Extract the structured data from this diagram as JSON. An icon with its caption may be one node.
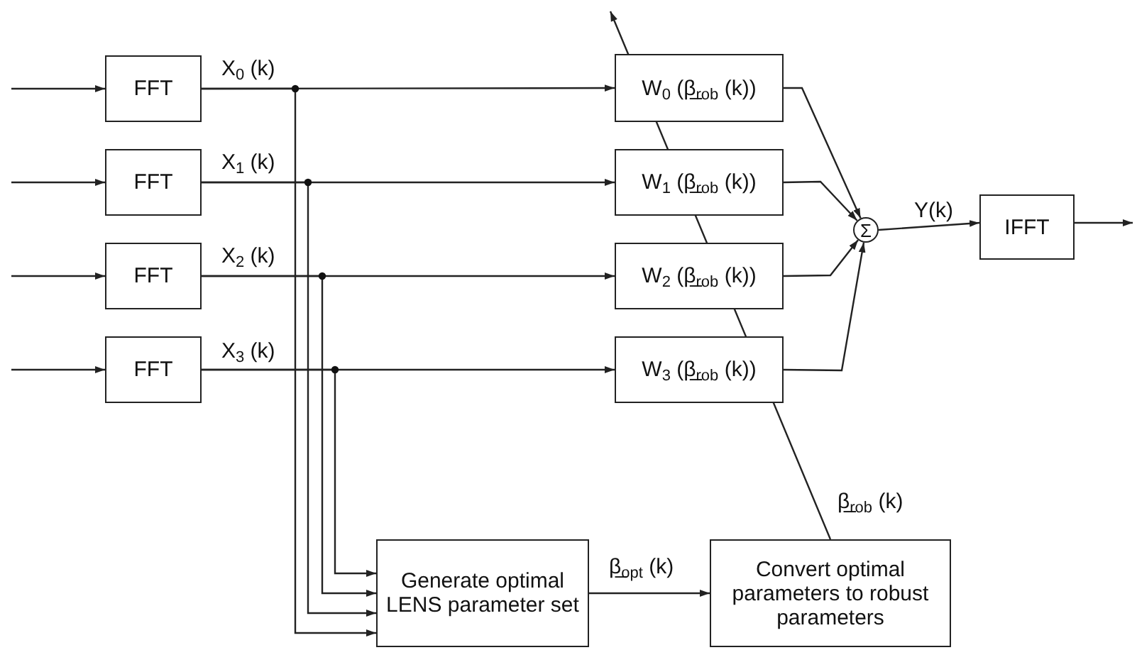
{
  "diagram": {
    "nodes": [
      {
        "text": [
          "FFT"
        ]
      },
      {
        "text": [
          "FFT"
        ]
      },
      {
        "text": [
          "FFT"
        ]
      },
      {
        "text": [
          "FFT"
        ]
      },
      {
        "text": [
          "W$_{0}$ (β̲$_{rob}$ (k))"
        ]
      },
      {
        "text": [
          "W$_{1}$ (β̲$_{rob}$ (k))"
        ]
      },
      {
        "text": [
          "W$_{2}$ (β̲$_{rob}$ (k))"
        ]
      },
      {
        "text": [
          "W$_{3}$ (β̲$_{rob}$ (k))"
        ]
      },
      {
        "text": [
          "Σ"
        ]
      },
      {
        "text": [
          "IFFT"
        ]
      },
      {
        "text": [
          "Generate optimal LENS parameter set"
        ]
      },
      {
        "text": [
          "Convert optimal parameters to robust parameters"
        ]
      }
    ],
    "edges": [
      {
        "from": null,
        "to": 0,
        "arrow": "to"
      },
      {
        "from": null,
        "to": 1,
        "arrow": "to"
      },
      {
        "from": null,
        "to": 2,
        "arrow": "to"
      },
      {
        "from": null,
        "to": 3,
        "arrow": "to"
      },
      {
        "from": 0,
        "to": 4,
        "arrow": "to",
        "label": "X$_{0}$ (k)"
      },
      {
        "from": 1,
        "to": 5,
        "arrow": "to",
        "label": "X$_{1}$ (k)"
      },
      {
        "from": 2,
        "to": 6,
        "arrow": "to",
        "label": "X$_{2}$ (k)"
      },
      {
        "from": 3,
        "to": 7,
        "arrow": "to",
        "label": "X$_{3}$ (k)"
      },
      {
        "from": 0,
        "to": 10,
        "arrow": "to"
      },
      {
        "from": 1,
        "to": 10,
        "arrow": "to"
      },
      {
        "from": 2,
        "to": 10,
        "arrow": "to"
      },
      {
        "from": 3,
        "to": 10,
        "arrow": "to"
      },
      {
        "from": 4,
        "to": 8,
        "arrow": "to"
      },
      {
        "from": 5,
        "to": 8,
        "arrow": "to"
      },
      {
        "from": 6,
        "to": 8,
        "arrow": "to"
      },
      {
        "from": 7,
        "to": 8,
        "arrow": "to"
      },
      {
        "from": 8,
        "to": 9,
        "arrow": "to",
        "label": "Y(k)"
      },
      {
        "from": 9,
        "to": null,
        "arrow": "to"
      },
      {
        "from": 10,
        "to": 11,
        "arrow": "to",
        "label": "β̲$_{opt}$ (k)"
      },
      {
        "from": 11,
        "to": null,
        "arrow": "to",
        "label": "β̲$_{rob}$ (k)"
      }
    ]
  }
}
